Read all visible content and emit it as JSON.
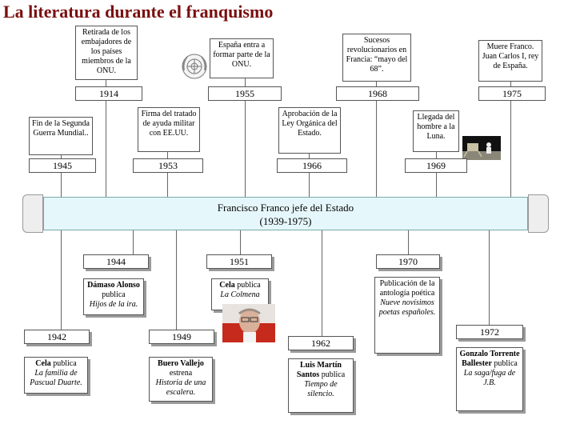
{
  "title": "La literatura durante el franquismo",
  "bar": {
    "line1": "Francisco Franco jefe del Estado",
    "line2": "(1939-1975)"
  },
  "years": {
    "y1914": "1914",
    "y1955": "1955",
    "y1968": "1968",
    "y1975": "1975",
    "y1945": "1945",
    "y1953": "1953",
    "y1966": "1966",
    "y1969": "1969",
    "y1944": "1944",
    "y1951": "1951",
    "y1970": "1970",
    "y1942": "1942",
    "y1949": "1949",
    "y1962": "1962",
    "y1972": "1972"
  },
  "history": {
    "onu_retirada": "Retirada de los embajadores de los países miembros de la ONU.",
    "onu_entra": "España entra a formar parte de la ONU.",
    "mayo68": "Sucesos revolucionarios en Francia: “mayo del 68”.",
    "franco_muere": "Muere Franco. Juan Carlos I, rey de España.",
    "fin_guerra": "Fin de la Segunda Guerra Mundial..",
    "tratado": "Firma del tratado de ayuda militar con EE.UU.",
    "ley_organica": "Aprobación de la Ley Orgánica del Estado.",
    "luna": "Llegada del hombre a la Luna."
  },
  "literature": {
    "alonso": {
      "author": "Dámaso Alonso",
      "verb": "publica",
      "work": "Hijos de la ira."
    },
    "colmena": {
      "author": "Cela",
      "verb": " publica",
      "work": "La Colmena"
    },
    "novisimos": {
      "text": "Publicación de la antología poética",
      "work": "Nueve novísimos poetas españoles."
    },
    "pascual": {
      "author": "Cela",
      "verb": " publica",
      "work": "La familia de Pascual Duarte."
    },
    "buero": {
      "author": "Buero Vallejo",
      "verb": "estrena",
      "work": "Historia de una escalera."
    },
    "martin_santos": {
      "author": "Luis Martín Santos",
      "verb": " publica",
      "work": "Tiempo de silencio."
    },
    "torrente": {
      "author": "Gonzalo Torrente Ballester",
      "verb": " publica",
      "work": "La saga/fuga de J.B."
    }
  }
}
